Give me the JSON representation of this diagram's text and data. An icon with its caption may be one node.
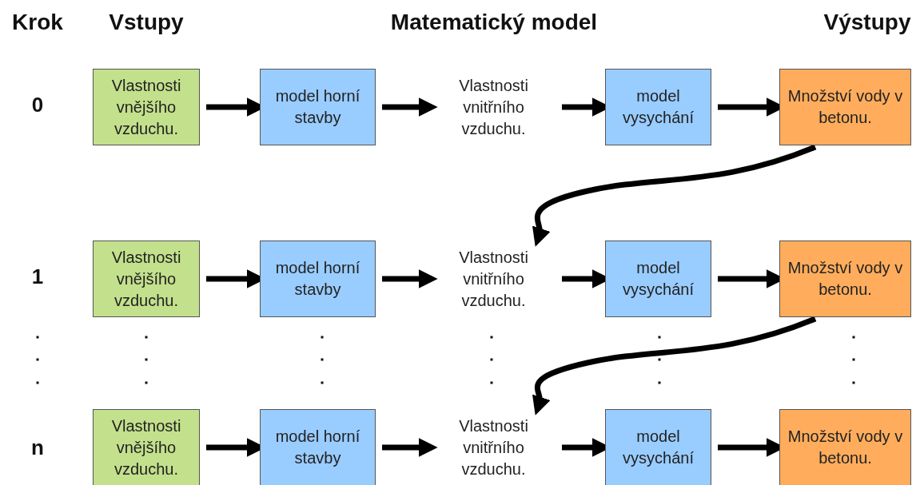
{
  "diagram": {
    "nodes": [
      {
        "text": [
          "Vlastnosti vnějšího vzduchu."
        ]
      },
      {
        "text": [
          "model horní stavby"
        ]
      },
      {
        "text": [
          "Vlastnosti vnitřního vzduchu."
        ]
      },
      {
        "text": [
          "model vysychání"
        ]
      },
      {
        "text": [
          "Množství vody v betonu."
        ]
      },
      {
        "text": [
          "Vlastnosti vnějšího vzduchu."
        ]
      },
      {
        "text": [
          "model horní stavby"
        ]
      },
      {
        "text": [
          "Vlastnosti vnitřního vzduchu."
        ]
      },
      {
        "text": [
          "model vysychání"
        ]
      },
      {
        "text": [
          "Množství vody v betonu."
        ]
      },
      {
        "text": [
          "Vlastnosti vnějšího vzduchu."
        ]
      },
      {
        "text": [
          "model horní stavby"
        ]
      },
      {
        "text": [
          "Vlastnosti vnitřního vzduchu."
        ]
      },
      {
        "text": [
          "model vysychání"
        ]
      },
      {
        "text": [
          "Množství vody v betonu."
        ]
      }
    ],
    "edges": [
      {
        "from": 0,
        "to": 1,
        "arrow": "to"
      },
      {
        "from": 1,
        "to": 2,
        "arrow": "to"
      },
      {
        "from": 2,
        "to": 3,
        "arrow": "to"
      },
      {
        "from": 3,
        "to": 4,
        "arrow": "to"
      },
      {
        "from": 4,
        "to": 7,
        "arrow": "to"
      },
      {
        "from": 5,
        "to": 6,
        "arrow": "to"
      },
      {
        "from": 6,
        "to": 7,
        "arrow": "to"
      },
      {
        "from": 7,
        "to": 8,
        "arrow": "to"
      },
      {
        "from": 8,
        "to": 9,
        "arrow": "to"
      },
      {
        "from": 9,
        "to": 12,
        "arrow": "to"
      },
      {
        "from": 10,
        "to": 11,
        "arrow": "to"
      },
      {
        "from": 11,
        "to": 12,
        "arrow": "to"
      },
      {
        "from": 12,
        "to": 13,
        "arrow": "to"
      },
      {
        "from": 13,
        "to": 14,
        "arrow": "to"
      }
    ],
    "labels": [
      "Krok",
      "Vstupy",
      "Matematický model",
      "Výstupy",
      "0",
      "1",
      "n"
    ]
  }
}
